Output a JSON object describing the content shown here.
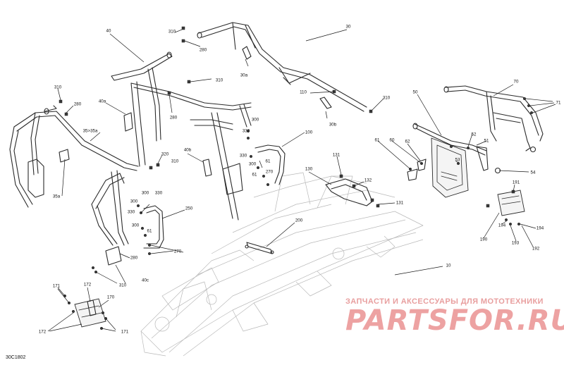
{
  "callouts": {
    "c10": "10",
    "c30": "30",
    "c30a": "30a",
    "c30b": "30b",
    "c35": "35>35a",
    "c35a": "35a",
    "c40": "40",
    "c40a": "40a",
    "c40b": "40b",
    "c40c": "40c",
    "c50": "50",
    "c51": "51",
    "c52": "52",
    "c53": "53",
    "c54": "54",
    "c60": "60",
    "c61a": "61",
    "c61b": "61",
    "c61c": "61",
    "c62": "62",
    "c70": "70",
    "c71": "71",
    "c100": "100",
    "c110": "110",
    "c130": "130",
    "c131a": "131",
    "c131b": "131",
    "c132": "132",
    "c170": "170",
    "c171a": "171",
    "c171b": "171",
    "c172a": "172",
    "c172b": "172",
    "c190": "190",
    "c191": "191",
    "c192": "192",
    "c193": "193",
    "c194a": "194",
    "c194b": "194",
    "c200": "200",
    "c250": "250",
    "c270a": "270",
    "c270b": "270",
    "c280a": "280",
    "c280b": "280",
    "c280c": "280",
    "c280d": "280",
    "c300a": "300",
    "c300b": "300",
    "c300c": "300",
    "c300d": "300",
    "c300e": "300",
    "c310a": "310",
    "c310b": "310",
    "c310c": "310",
    "c310d": "310",
    "c310e": "310",
    "c310f": "310",
    "c320": "320",
    "c330a": "330",
    "c330b": "330",
    "c330c": "330",
    "c330d": "330"
  },
  "reference_code": "30C1802",
  "watermark": {
    "tagline": "ЗАПЧАСТИ И АКСЕССУАРЫ ДЛЯ МОТОТЕХНИКИ",
    "brand": "PARTSFOR.RU"
  },
  "colors": {
    "line": "#2a2a2a",
    "ghost": "#b9b9b9",
    "watermark": "#de5656"
  }
}
